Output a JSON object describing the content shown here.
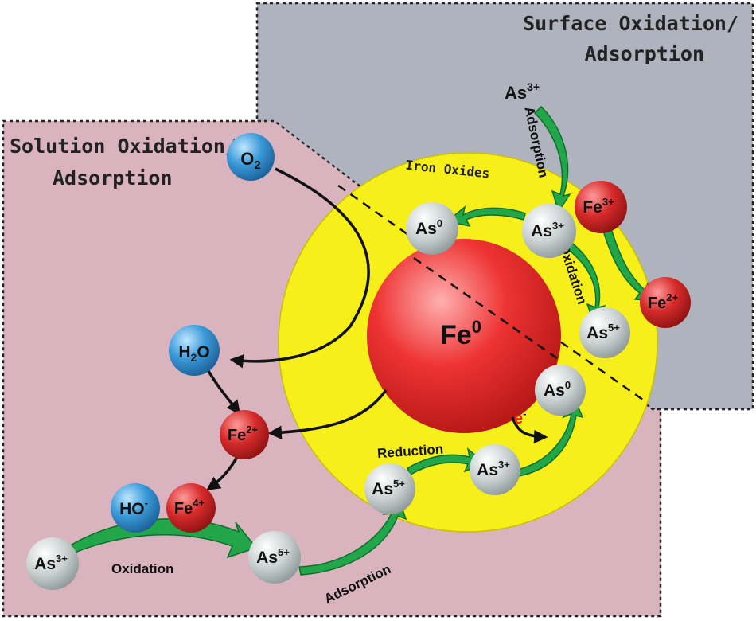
{
  "regions": {
    "surface": {
      "title_line1": "Surface Oxidation/",
      "title_line2": "Adsorption",
      "color": "#aeb3be"
    },
    "solution": {
      "title_line1": "Solution Oxidation/",
      "title_line2": "Adsorption",
      "color": "#d9b4bf"
    }
  },
  "layers": {
    "iron_oxides": {
      "label": "Iron Oxides",
      "color": "#f7ef1a"
    },
    "core": {
      "base": "Fe",
      "sup": "0",
      "color": "#e8282a"
    }
  },
  "species": {
    "o2": {
      "base": "O",
      "sub": "2"
    },
    "h2o": {
      "base": "H",
      "sub": "2",
      "tail": "O"
    },
    "fe2_solution": {
      "base": "Fe",
      "sup": "2+"
    },
    "ho": {
      "base": "HO",
      "sup": "-"
    },
    "fe4": {
      "base": "Fe",
      "sup": "4+"
    },
    "as3_solution": {
      "base": "As",
      "sup": "3+"
    },
    "as5_solution": {
      "base": "As",
      "sup": "5+"
    },
    "as5_adsorbed": {
      "base": "As",
      "sup": "5+"
    },
    "as3_reduced": {
      "base": "As",
      "sup": "3+"
    },
    "as0_reduced": {
      "base": "As",
      "sup": "0"
    },
    "as3_surface_top": {
      "base": "As",
      "sup": "3+"
    },
    "as3_surface": {
      "base": "As",
      "sup": "3+"
    },
    "as0_surface": {
      "base": "As",
      "sup": "0"
    },
    "as5_surface": {
      "base": "As",
      "sup": "5+"
    },
    "fe3_surface": {
      "base": "Fe",
      "sup": "3+"
    },
    "fe2_surface": {
      "base": "Fe",
      "sup": "2+"
    },
    "electron": {
      "base": "e",
      "sup": "-"
    }
  },
  "processes": {
    "oxidation_solution": "Oxidation",
    "adsorption_solution": "Adsorption",
    "reduction": "Reduction",
    "adsorption_surface": "Adsorption",
    "oxidation_surface": "Oxidation"
  },
  "colors": {
    "blue_atom": "#3a9ad9",
    "red_atom": "#d42a2a",
    "gray_atom": "#c4cccc",
    "green_arrow": "#22a64a",
    "electron": "#ff1a1a"
  }
}
